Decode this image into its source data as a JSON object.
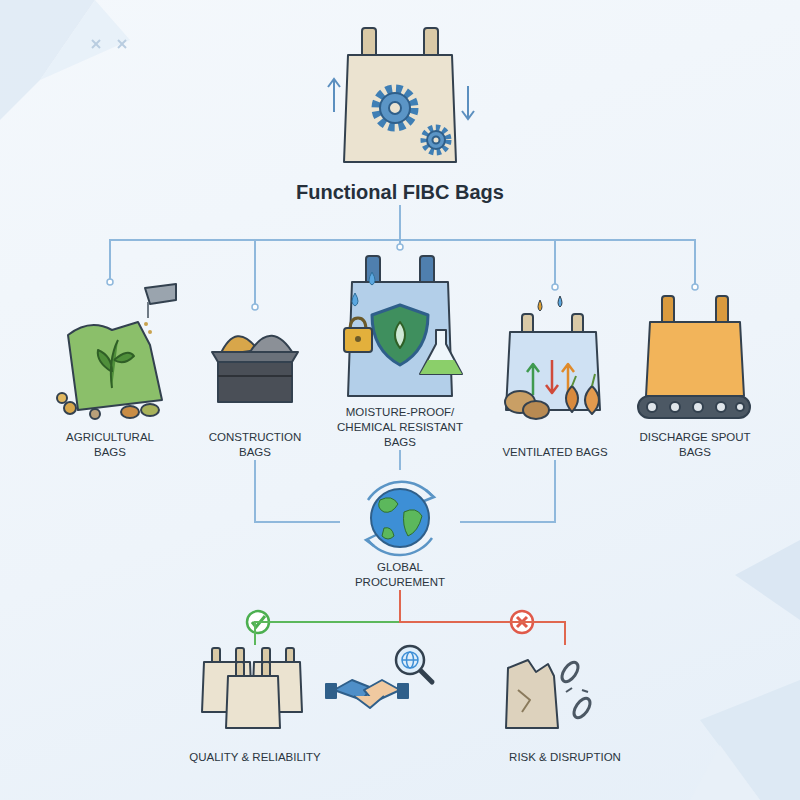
{
  "diagram": {
    "nodes": [
      {
        "text": [
          "Functional FIBC Bags"
        ]
      },
      {
        "text": [
          "AGRICULTURAL BAGS"
        ]
      },
      {
        "text": [
          "CONSTRUCTION BAGS"
        ]
      },
      {
        "text": [
          "MOISTURE-PROOF/ CHEMICAL RESISTANT BAGS"
        ]
      },
      {
        "text": [
          "VENTILATED BAGS"
        ]
      },
      {
        "text": [
          "DISCHARGE SPOUT BAGS"
        ]
      },
      {
        "text": [
          "GLOBAL PROCUREMENT"
        ]
      },
      {
        "text": [
          "QUALITY & RELIABILITY"
        ]
      },
      {
        "text": [
          "RISK & DISRUPTION"
        ]
      }
    ],
    "edges": [
      {
        "from": 0,
        "to": 1,
        "arrow": "none"
      },
      {
        "from": 0,
        "to": 2,
        "arrow": "none"
      },
      {
        "from": 0,
        "to": 3,
        "arrow": "none"
      },
      {
        "from": 0,
        "to": 4,
        "arrow": "none"
      },
      {
        "from": 0,
        "to": 5,
        "arrow": "none"
      },
      {
        "from": 2,
        "to": 6,
        "arrow": "none"
      },
      {
        "from": 3,
        "to": 6,
        "arrow": "none"
      },
      {
        "from": 4,
        "to": 6,
        "arrow": "none"
      },
      {
        "from": 6,
        "to": 7,
        "arrow": "none"
      },
      {
        "from": 6,
        "to": 8,
        "arrow": "none"
      }
    ]
  }
}
